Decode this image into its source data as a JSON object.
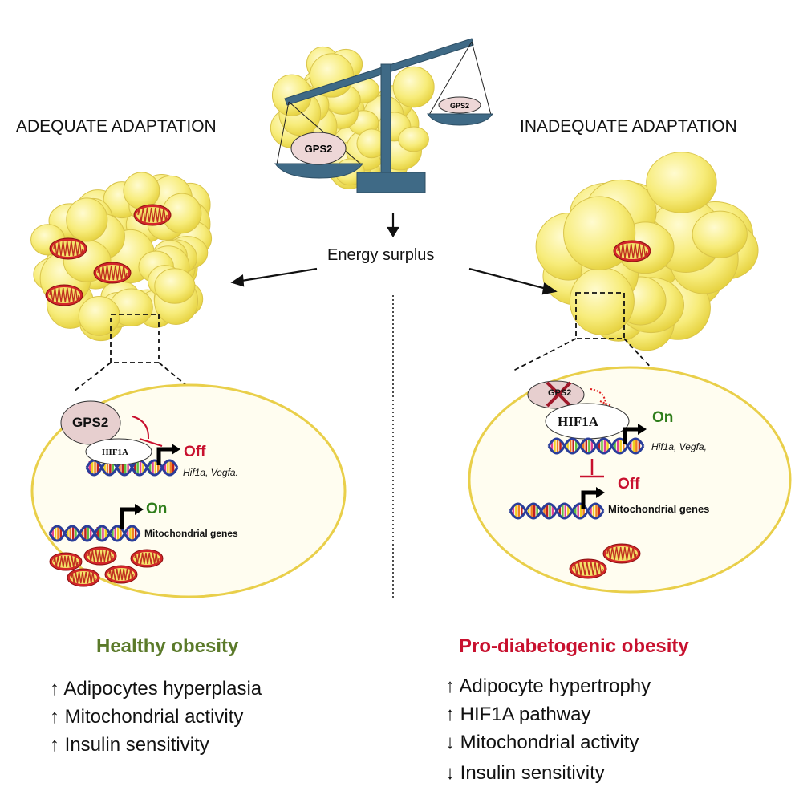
{
  "left": {
    "heading": "ADEQUATE ADAPTATION",
    "cell": {
      "protein_top": "GPS2",
      "protein_bottom": "HIF1A",
      "state1": "Off",
      "genes1": "Hif1a, Vegfa.",
      "state2": "On",
      "genes2": "Mitochondrial genes"
    },
    "outcome": "Healthy obesity",
    "effects": [
      "↑ Adipocytes hyperplasia",
      "↑ Mitochondrial activity",
      "↑ Insulin sensitivity"
    ]
  },
  "right": {
    "heading": "INADEQUATE ADAPTATION",
    "cell": {
      "protein_top": "GPS2",
      "protein_bottom": "HIF1A",
      "state1": "On",
      "genes1": "Hif1a, Vegfa,",
      "state2": "Off",
      "genes2": "Mitochondrial genes"
    },
    "outcome": "Pro-diabetogenic obesity",
    "effects": [
      "↑ Adipocyte hypertrophy",
      "↑ HIF1A pathway",
      "↓ Mitochondrial activity",
      "↓ Insulin sensitivity"
    ]
  },
  "center": {
    "scale_left_label": "GPS2",
    "scale_right_label": "GPS2",
    "trigger": "Energy surplus"
  },
  "colors": {
    "healthy": "#5b7a2a",
    "diabetic": "#c8102e",
    "on": "#2e7d1a",
    "off": "#c8102e",
    "fat_cell": "#f7ec7a",
    "scale": "#3f6a86"
  }
}
